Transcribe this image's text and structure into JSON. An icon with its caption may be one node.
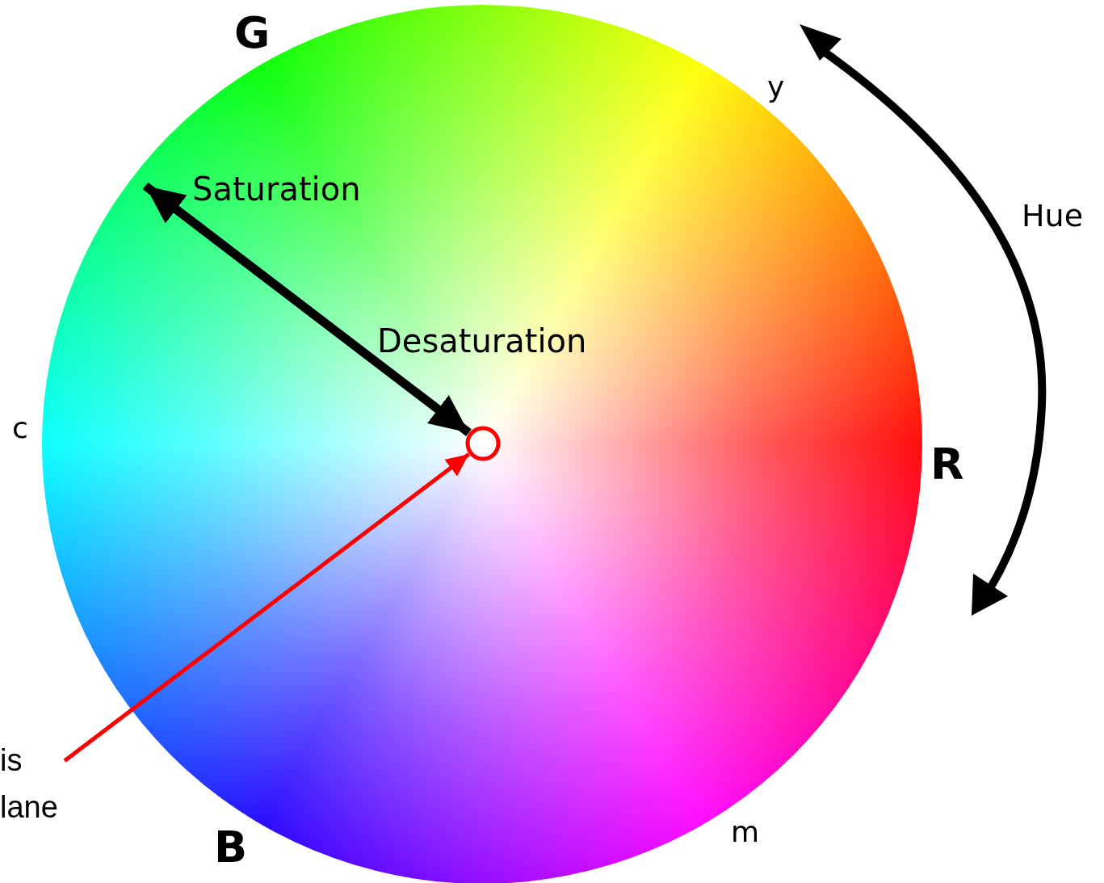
{
  "diagram": {
    "nodes": [
      {
        "text": [],
        "shape": "circle"
      },
      {
        "text": [
          "is lane"
        ]
      }
    ],
    "edges": [
      {
        "from": 1,
        "to": 0,
        "arrow": "to",
        "color": "#ff0000"
      },
      {
        "from": null,
        "to": 0,
        "arrow": "both",
        "style": "thick",
        "color": "#000000"
      }
    ],
    "labels": [
      "G",
      "y",
      "Saturation",
      "Hue",
      "Desaturation",
      "c",
      "R",
      "m",
      "B"
    ]
  }
}
